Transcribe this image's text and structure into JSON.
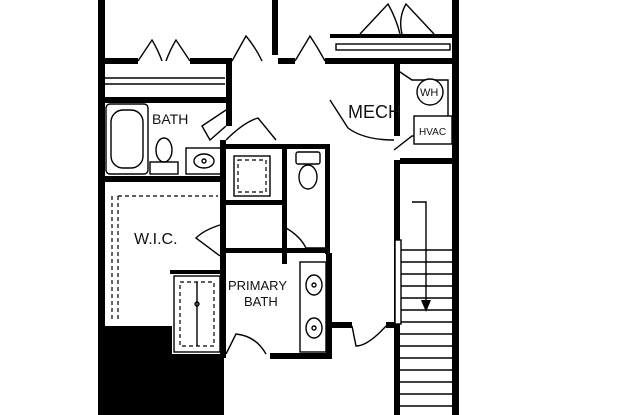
{
  "rooms": {
    "bath": "BATH",
    "mech": "MECH",
    "wic": "W.I.C.",
    "primary_bath_line1": "PRIMARY",
    "primary_bath_line2": "BATH"
  },
  "fixtures": {
    "water_heater": "WH",
    "hvac": "HVAC"
  }
}
